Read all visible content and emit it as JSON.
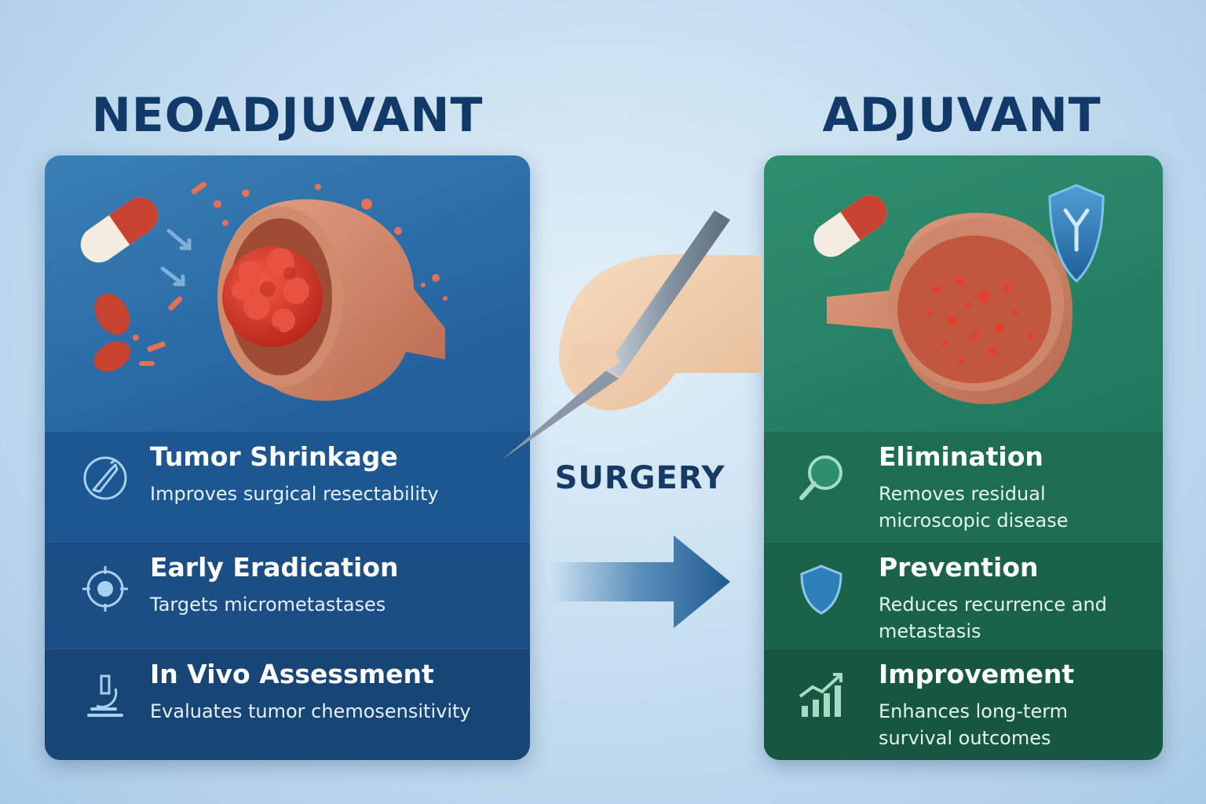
{
  "neoadjuvant": {
    "title": "NEOADJUVANT",
    "items": [
      {
        "title": "Tumor Shrinkage",
        "description": "Improves surgical resectability",
        "icon": "scalpel-target-icon"
      },
      {
        "title": "Early Eradication",
        "description": "Targets micrometastases",
        "icon": "target-icon"
      },
      {
        "title": "In Vivo Assessment",
        "description": "Evaluates tumor chemosensitivity",
        "icon": "microscope-icon"
      }
    ]
  },
  "center": {
    "label": "SURGERY"
  },
  "adjuvant": {
    "title": "ADJUVANT",
    "items": [
      {
        "title": "Elimination",
        "description": "Removes residual microscopic disease",
        "icon": "magnifier-icon"
      },
      {
        "title": "Prevention",
        "description": "Reduces recurrence and metastasis",
        "icon": "shield-icon"
      },
      {
        "title": "Improvement",
        "description": "Enhances long-term survival outcomes",
        "icon": "growth-chart-icon"
      }
    ]
  },
  "colors": {
    "neoadjuvant_panel": "#24629e",
    "adjuvant_panel": "#217a5e",
    "heading": "#123a68",
    "tumor": "#d93a2b",
    "capsule_red": "#c8432f"
  }
}
